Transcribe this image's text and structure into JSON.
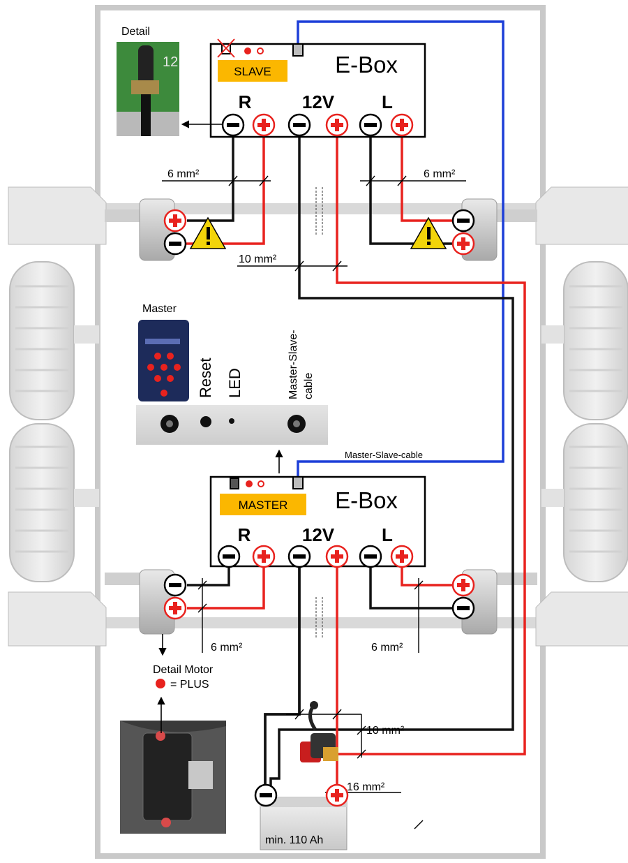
{
  "labels": {
    "detail": "Detail",
    "master_title": "Master",
    "reset": "Reset",
    "led": "LED",
    "master_slave_cable_line1": "Master-Slave-",
    "master_slave_cable_line2": "cable",
    "master_slave_cable": "Master-Slave-cable",
    "detail_motor": "Detail Motor",
    "plus_legend": "= PLUS",
    "battery": "min. 110 Ah"
  },
  "slave_box": {
    "title": "E-Box",
    "badge": "SLAVE",
    "terminal_r": "R",
    "terminal_12v": "12V",
    "terminal_l": "L"
  },
  "master_box": {
    "title": "E-Box",
    "badge": "MASTER",
    "terminal_r": "R",
    "terminal_12v": "12V",
    "terminal_l": "L"
  },
  "wire_gauges": {
    "top_left": "6 mm²",
    "top_right": "6 mm²",
    "top_power": "10 mm²",
    "bottom_left": "6 mm²",
    "bottom_right": "6 mm²",
    "bottom_power": "10 mm²",
    "battery": "16 mm²"
  },
  "colors": {
    "positive_wire": "#e8221e",
    "negative_wire": "#111111",
    "signal_cable": "#1d3fd8",
    "badge": "#fbb700",
    "warning": "#f2d40a",
    "frame": "#c9c9c9"
  }
}
